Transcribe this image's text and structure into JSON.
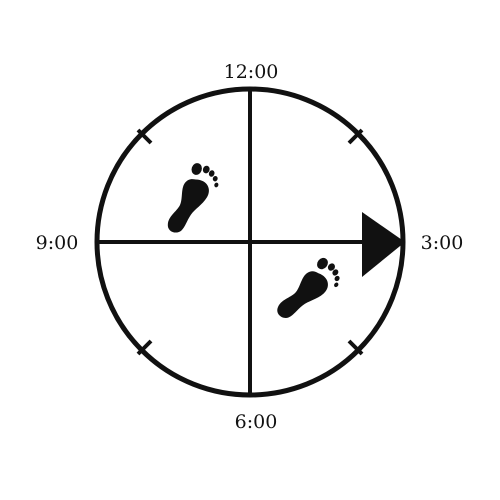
{
  "clock": {
    "labels": {
      "top": "12:00",
      "right": "3:00",
      "bottom": "6:00",
      "left": "9:00"
    }
  },
  "icons": {
    "upper_left": "footprint-icon",
    "lower_right": "footprint-icon",
    "arrow": "arrow-head-icon"
  },
  "colors": {
    "ink": "#111111",
    "background": "#ffffff"
  }
}
